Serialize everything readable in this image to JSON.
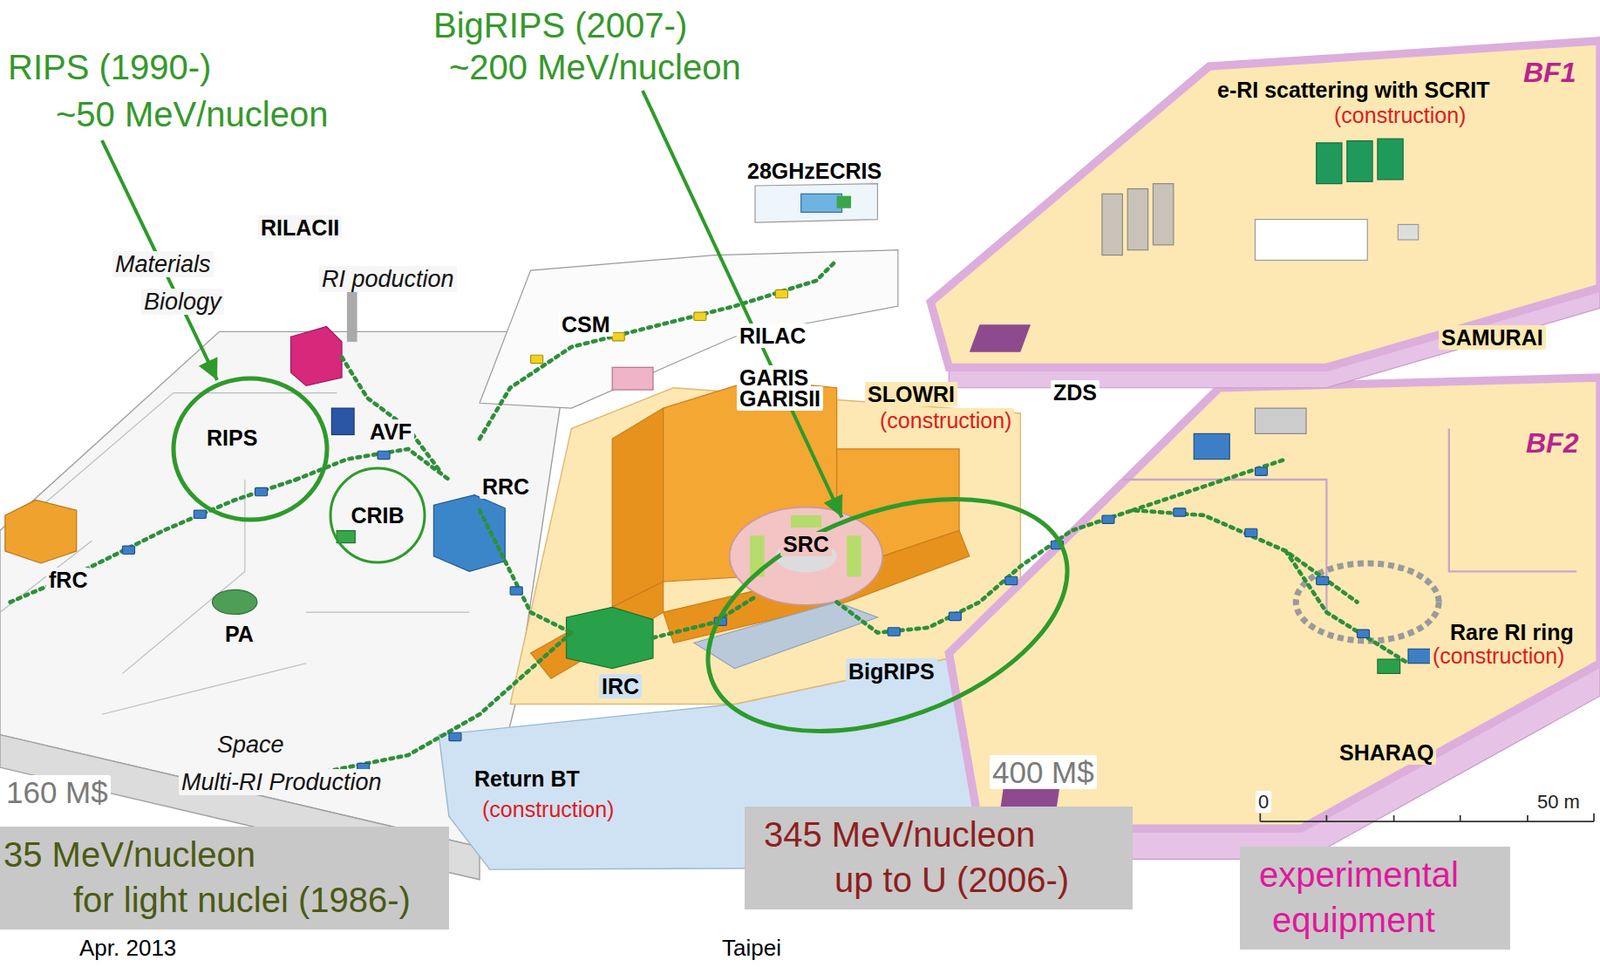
{
  "diagram": {
    "nodes": [
      {
        "text": [
          "RIPS (1990-)",
          "~50 MeV/nucleon"
        ]
      },
      {
        "text": [
          "BigRIPS (2007-)",
          "~200 MeV/nucleon"
        ]
      },
      {
        "text": [
          "RIPS"
        ]
      },
      {
        "text": [
          "CRIB"
        ]
      },
      {
        "text": [
          "BigRIPS"
        ]
      },
      {
        "text": [
          "35 MeV/nucleon",
          "for light nuclei (1986-)"
        ]
      },
      {
        "text": [
          "345 MeV/nucleon",
          "up to U (2006-)"
        ]
      },
      {
        "text": [
          "experimental",
          "equipment"
        ]
      }
    ],
    "edges": [
      {
        "from": 0,
        "to": 2,
        "arrow": "to"
      },
      {
        "from": 1,
        "to": 4,
        "arrow": "to"
      }
    ],
    "labels": [
      "Materials",
      "Biology",
      "RILACII",
      "RI poduction",
      "28GHzECRIS",
      "e-RI scattering with SCRIT",
      "(construction)",
      "BF1",
      "CSM",
      "RILAC",
      "GARIS",
      "GARISII",
      "SAMURAI",
      "AVF",
      "SLOWRI",
      "(construction)",
      "ZDS",
      "BF2",
      "RRC",
      "SRC",
      "fRC",
      "PA",
      "Rare RI ring",
      "(construction)",
      "IRC",
      "Space",
      "Multi-RI Production",
      "Return BT",
      "(construction)",
      "SHARAQ",
      "160 M$",
      "400 M$",
      "0",
      "50 m",
      "Apr. 2013",
      "Taipei"
    ]
  }
}
